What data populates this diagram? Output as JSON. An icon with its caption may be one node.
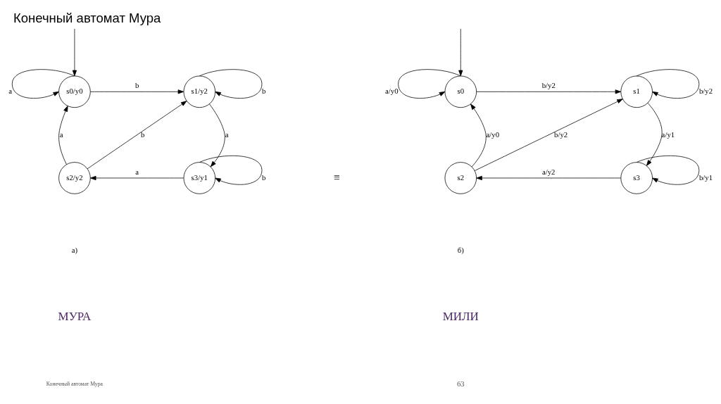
{
  "diagram": {
    "title": "Конечный автомат Мура",
    "nodes": [
      {
        "text": [
          "s0/y0"
        ]
      },
      {
        "text": [
          "s1/y2"
        ]
      },
      {
        "text": [
          "s2/y2"
        ]
      },
      {
        "text": [
          "s3/y1"
        ]
      },
      {
        "text": [
          "s0"
        ]
      },
      {
        "text": [
          "s1"
        ]
      },
      {
        "text": [
          "s2"
        ]
      },
      {
        "text": [
          "s3"
        ]
      }
    ],
    "edges": [
      {
        "from": null,
        "to": 0,
        "arrow": "to"
      },
      {
        "from": 0,
        "to": 0,
        "arrow": "to",
        "label": "a"
      },
      {
        "from": 0,
        "to": 1,
        "arrow": "to",
        "label": "b"
      },
      {
        "from": 1,
        "to": 1,
        "arrow": "to",
        "label": "b"
      },
      {
        "from": 1,
        "to": 3,
        "arrow": "to",
        "label": "a"
      },
      {
        "from": 3,
        "to": 3,
        "arrow": "to",
        "label": "b"
      },
      {
        "from": 3,
        "to": 2,
        "arrow": "to",
        "label": "a"
      },
      {
        "from": 2,
        "to": 0,
        "arrow": "to",
        "label": "a"
      },
      {
        "from": 2,
        "to": 1,
        "arrow": "to",
        "label": "b"
      },
      {
        "from": null,
        "to": 4,
        "arrow": "to"
      },
      {
        "from": 4,
        "to": 4,
        "arrow": "to",
        "label": "a/y0"
      },
      {
        "from": 4,
        "to": 5,
        "arrow": "to",
        "label": "b/y2"
      },
      {
        "from": 5,
        "to": 5,
        "arrow": "to",
        "label": "b/y2"
      },
      {
        "from": 5,
        "to": 7,
        "arrow": "to",
        "label": "a/y1"
      },
      {
        "from": 7,
        "to": 7,
        "arrow": "to",
        "label": "b/y1"
      },
      {
        "from": 7,
        "to": 6,
        "arrow": "to",
        "label": "a/y2"
      },
      {
        "from": 6,
        "to": 4,
        "arrow": "to",
        "label": "a/y0"
      },
      {
        "from": 6,
        "to": 5,
        "arrow": "to",
        "label": "b/y2"
      }
    ],
    "labels": [
      "≡",
      "а)",
      "б)",
      "МУРА",
      "МИЛИ",
      "Конечный автомат Мура",
      "63"
    ]
  }
}
